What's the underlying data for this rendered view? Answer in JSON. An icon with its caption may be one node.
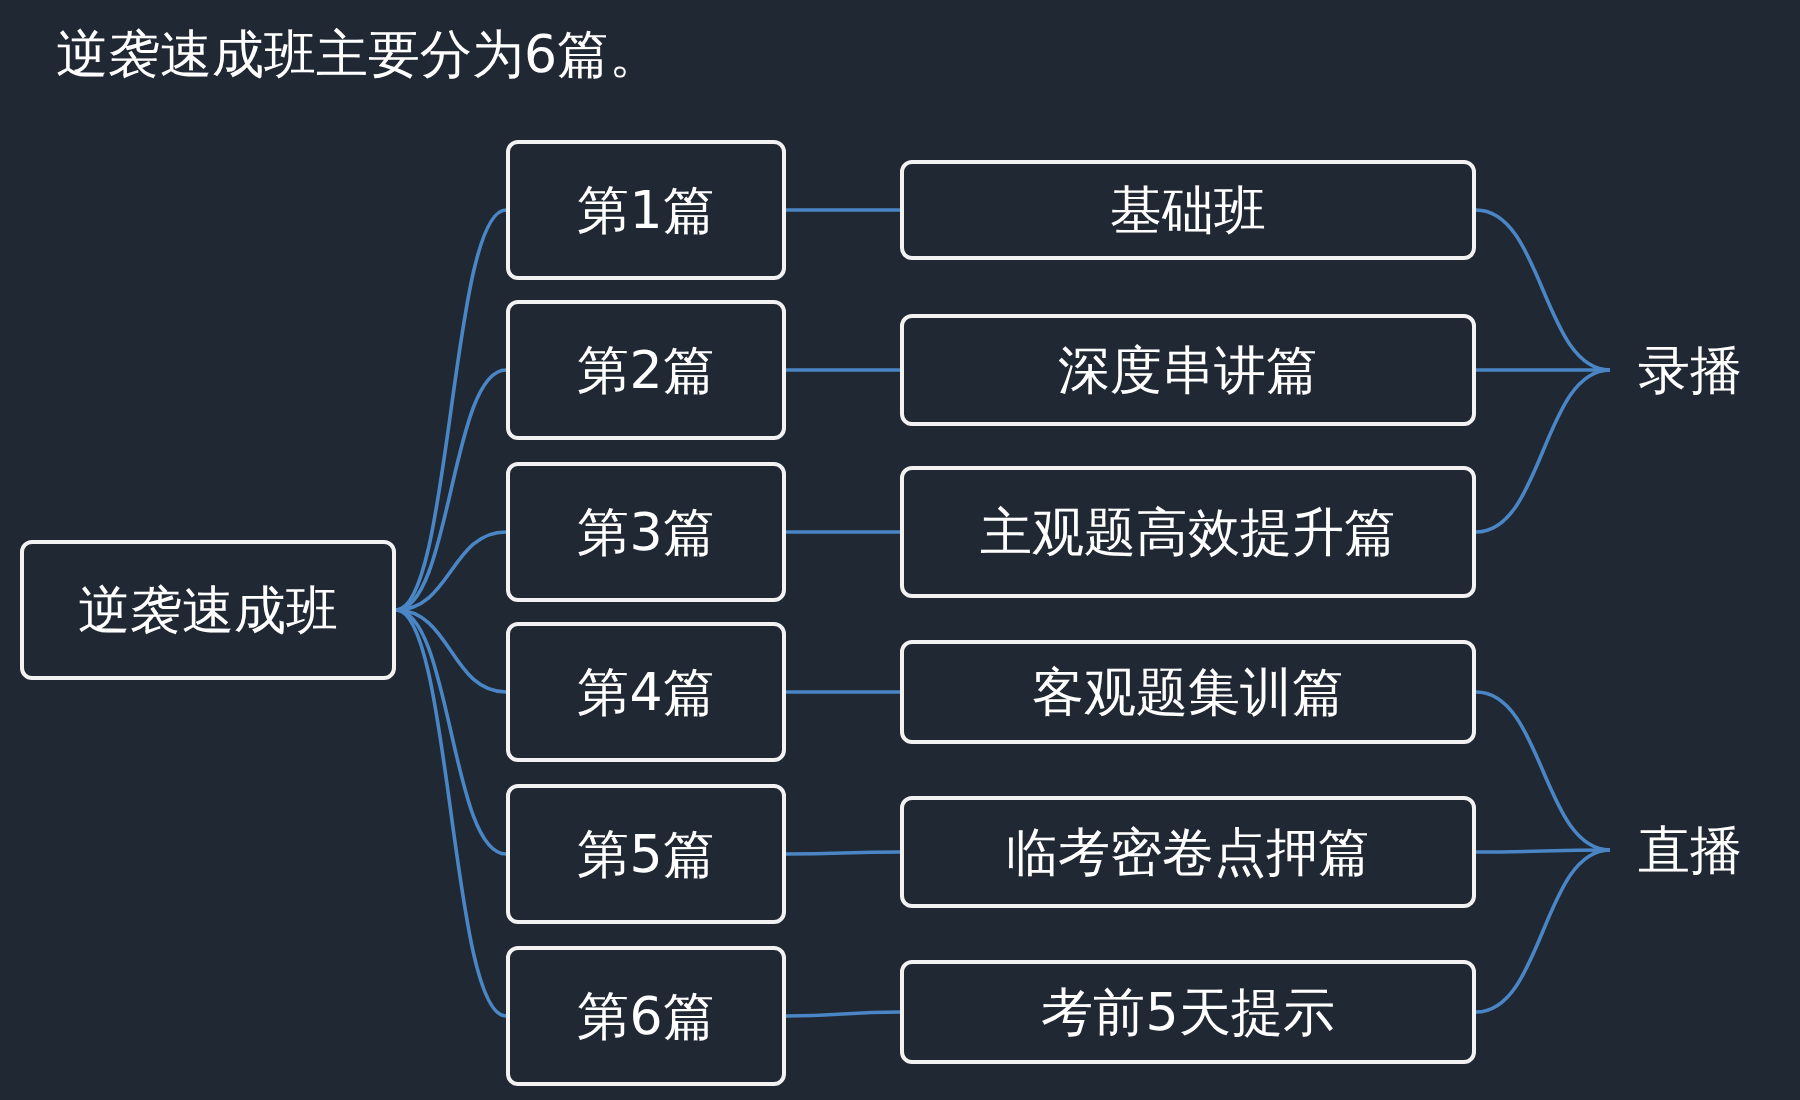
{
  "diagram": {
    "title": "逆袭速成班主要分为6篇。",
    "nodes": [
      {
        "text": [
          "逆袭速成班"
        ]
      },
      {
        "text": [
          "第1篇"
        ]
      },
      {
        "text": [
          "第2篇"
        ]
      },
      {
        "text": [
          "第3篇"
        ]
      },
      {
        "text": [
          "第4篇"
        ]
      },
      {
        "text": [
          "第5篇"
        ]
      },
      {
        "text": [
          "第6篇"
        ]
      },
      {
        "text": [
          "基础班"
        ]
      },
      {
        "text": [
          "深度串讲篇"
        ]
      },
      {
        "text": [
          "主观题高效提升篇"
        ]
      },
      {
        "text": [
          "客观题集训篇"
        ]
      },
      {
        "text": [
          "临考密卷点押篇"
        ]
      },
      {
        "text": [
          "考前5天提示"
        ]
      },
      {
        "text": [
          "录播"
        ]
      },
      {
        "text": [
          "直播"
        ]
      }
    ],
    "edges": [
      {
        "from": 0,
        "to": 1,
        "arrow": "none"
      },
      {
        "from": 0,
        "to": 2,
        "arrow": "none"
      },
      {
        "from": 0,
        "to": 3,
        "arrow": "none"
      },
      {
        "from": 0,
        "to": 4,
        "arrow": "none"
      },
      {
        "from": 0,
        "to": 5,
        "arrow": "none"
      },
      {
        "from": 0,
        "to": 6,
        "arrow": "none"
      },
      {
        "from": 1,
        "to": 7,
        "arrow": "none"
      },
      {
        "from": 2,
        "to": 8,
        "arrow": "none"
      },
      {
        "from": 3,
        "to": 9,
        "arrow": "none"
      },
      {
        "from": 4,
        "to": 10,
        "arrow": "none"
      },
      {
        "from": 5,
        "to": 11,
        "arrow": "none"
      },
      {
        "from": 6,
        "to": 12,
        "arrow": "none"
      },
      {
        "from": 7,
        "to": 13,
        "arrow": "none"
      },
      {
        "from": 8,
        "to": 13,
        "arrow": "none"
      },
      {
        "from": 9,
        "to": 13,
        "arrow": "none"
      },
      {
        "from": 10,
        "to": 14,
        "arrow": "none"
      },
      {
        "from": 11,
        "to": 14,
        "arrow": "none"
      },
      {
        "from": 12,
        "to": 14,
        "arrow": "none"
      }
    ]
  }
}
